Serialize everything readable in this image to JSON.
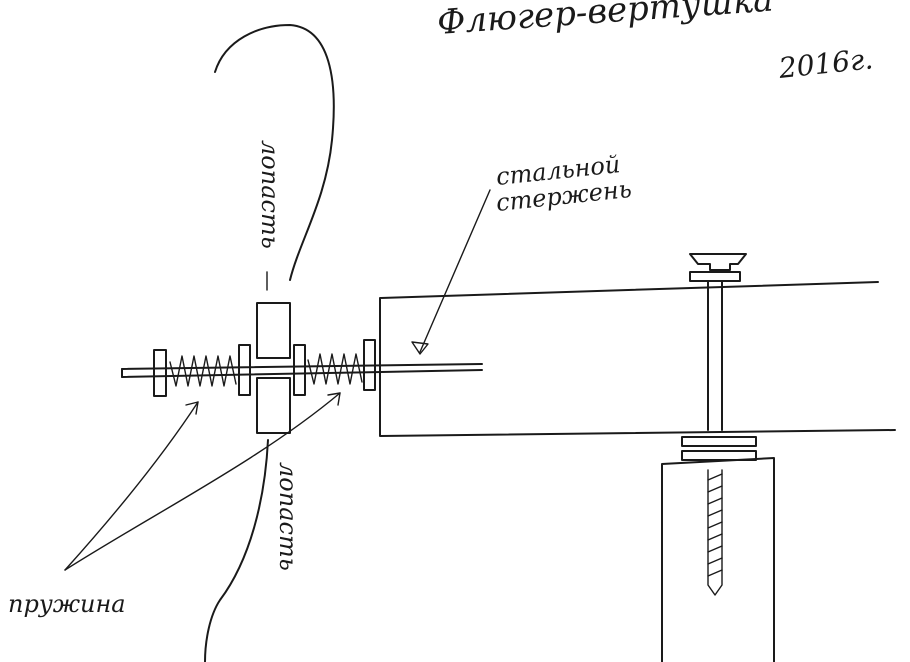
{
  "title_line1": "Флюгер-вертушка",
  "title_line2": "2016г.",
  "labels": {
    "rod": "стальной стержень",
    "blade_top": "лопасть",
    "blade_bottom": "лопасть",
    "spring": "пружина"
  }
}
